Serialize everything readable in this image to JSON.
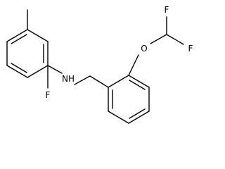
{
  "molecule": {
    "atoms": {
      "fluorine_aryl": "F",
      "amine_nh": "NH",
      "ether_oxygen": "O",
      "difluoro_f_left": "F",
      "difluoro_f_right": "F"
    },
    "colors": {
      "bond": "#000000",
      "label": "#000000",
      "background": "#ffffff"
    }
  }
}
